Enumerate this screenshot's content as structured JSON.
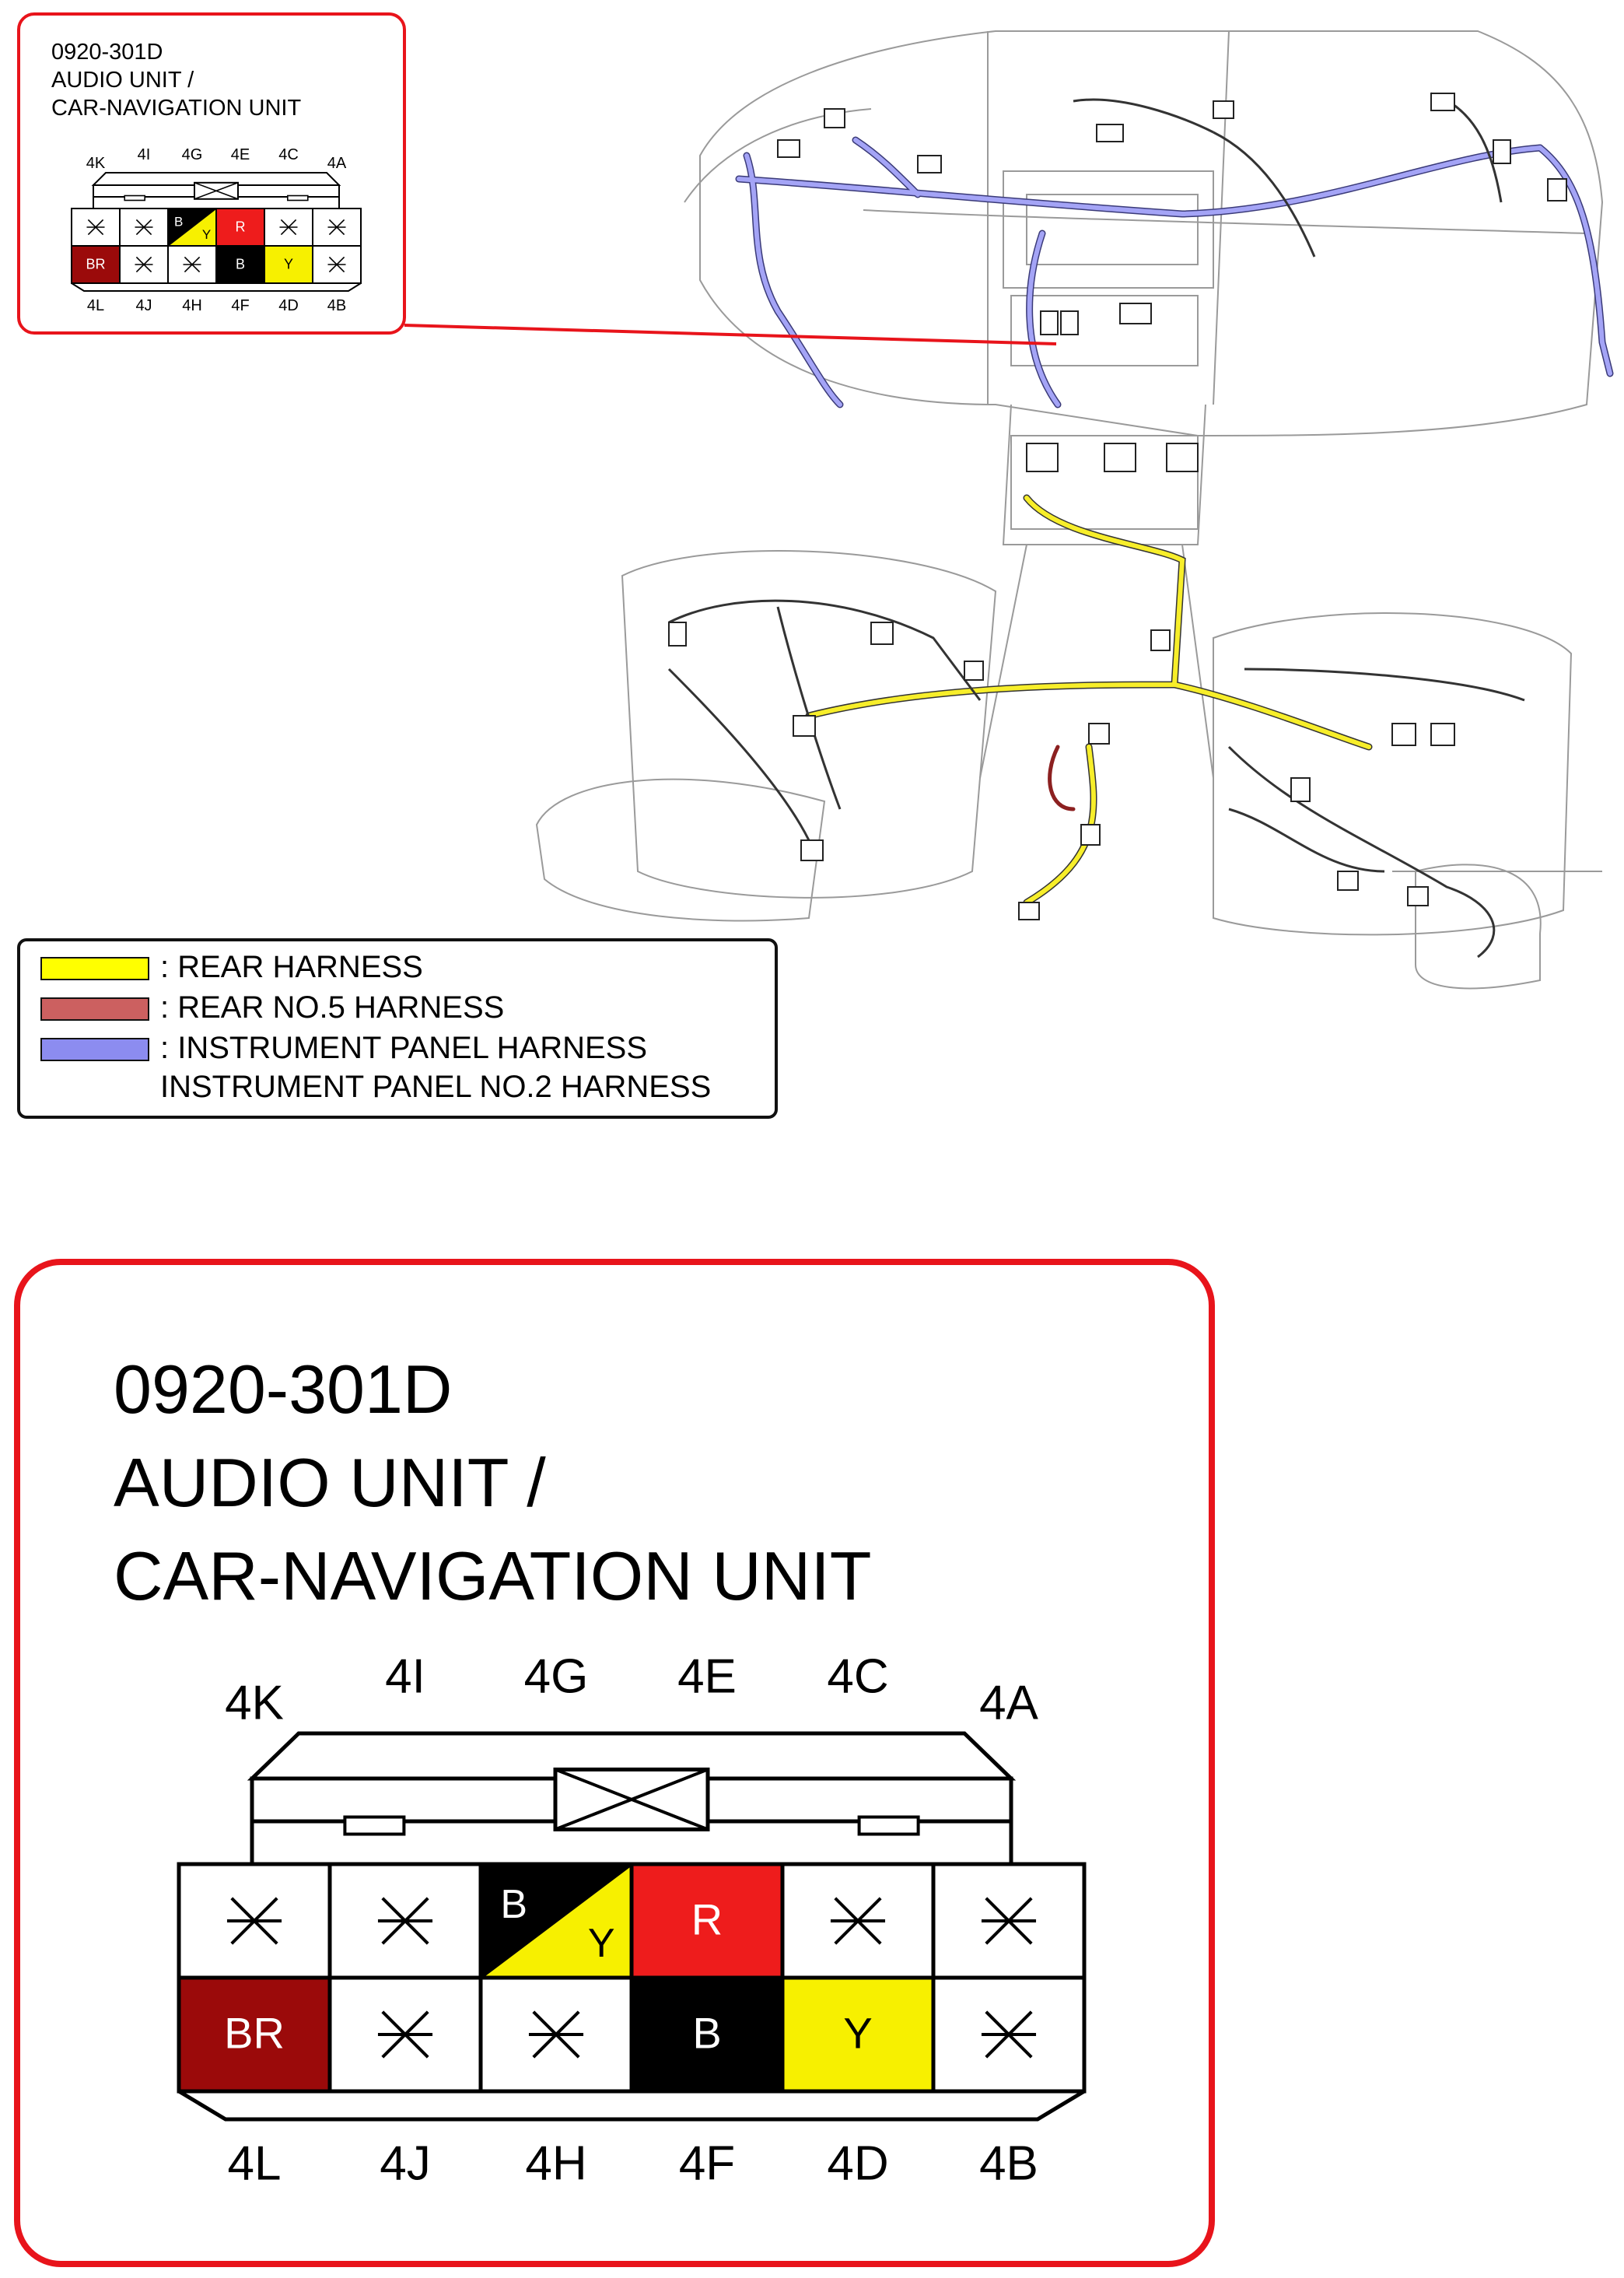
{
  "connector": {
    "code": "0920-301D",
    "name_line1": "AUDIO UNIT /",
    "name_line2": "CAR-NAVIGATION UNIT",
    "top_labels": [
      "4K",
      "4I",
      "4G",
      "4E",
      "4C",
      "4A"
    ],
    "bottom_labels": [
      "4L",
      "4J",
      "4H",
      "4F",
      "4D",
      "4B"
    ],
    "row1": [
      {
        "text": "",
        "fill": "#ffffff",
        "unused": true
      },
      {
        "text": "",
        "fill": "#ffffff",
        "unused": true
      },
      {
        "text": "B/Y",
        "fill": "split",
        "primary": "B",
        "secondary": "Y"
      },
      {
        "text": "R",
        "fill": "#ee1c1c",
        "unused": false
      },
      {
        "text": "",
        "fill": "#ffffff",
        "unused": true
      },
      {
        "text": "",
        "fill": "#ffffff",
        "unused": true
      }
    ],
    "row2": [
      {
        "text": "BR",
        "fill": "#9b0a0a",
        "unused": false
      },
      {
        "text": "",
        "fill": "#ffffff",
        "unused": true
      },
      {
        "text": "",
        "fill": "#ffffff",
        "unused": true
      },
      {
        "text": "B",
        "fill": "#000000",
        "unused": false
      },
      {
        "text": "Y",
        "fill": "#f7f000",
        "unused": false
      },
      {
        "text": "",
        "fill": "#ffffff",
        "unused": true
      }
    ]
  },
  "legend": {
    "items": [
      {
        "label": ": REAR HARNESS",
        "color": "#ffff00"
      },
      {
        "label": ": REAR NO.5 HARNESS",
        "color": "#cc6060"
      },
      {
        "label": ": INSTRUMENT PANEL HARNESS",
        "color": "#8c8cf0"
      }
    ],
    "continuation": "INSTRUMENT PANEL NO.2 HARNESS"
  },
  "colors": {
    "callout_border": "#e8141b",
    "rear_harness": "#ffff00",
    "rear_no5_harness": "#cc6060",
    "instrument_panel_harness": "#8c8cf0",
    "black": "#000000",
    "brown": "#9b0a0a",
    "red": "#ee1c1c",
    "yellow": "#f7f000"
  }
}
